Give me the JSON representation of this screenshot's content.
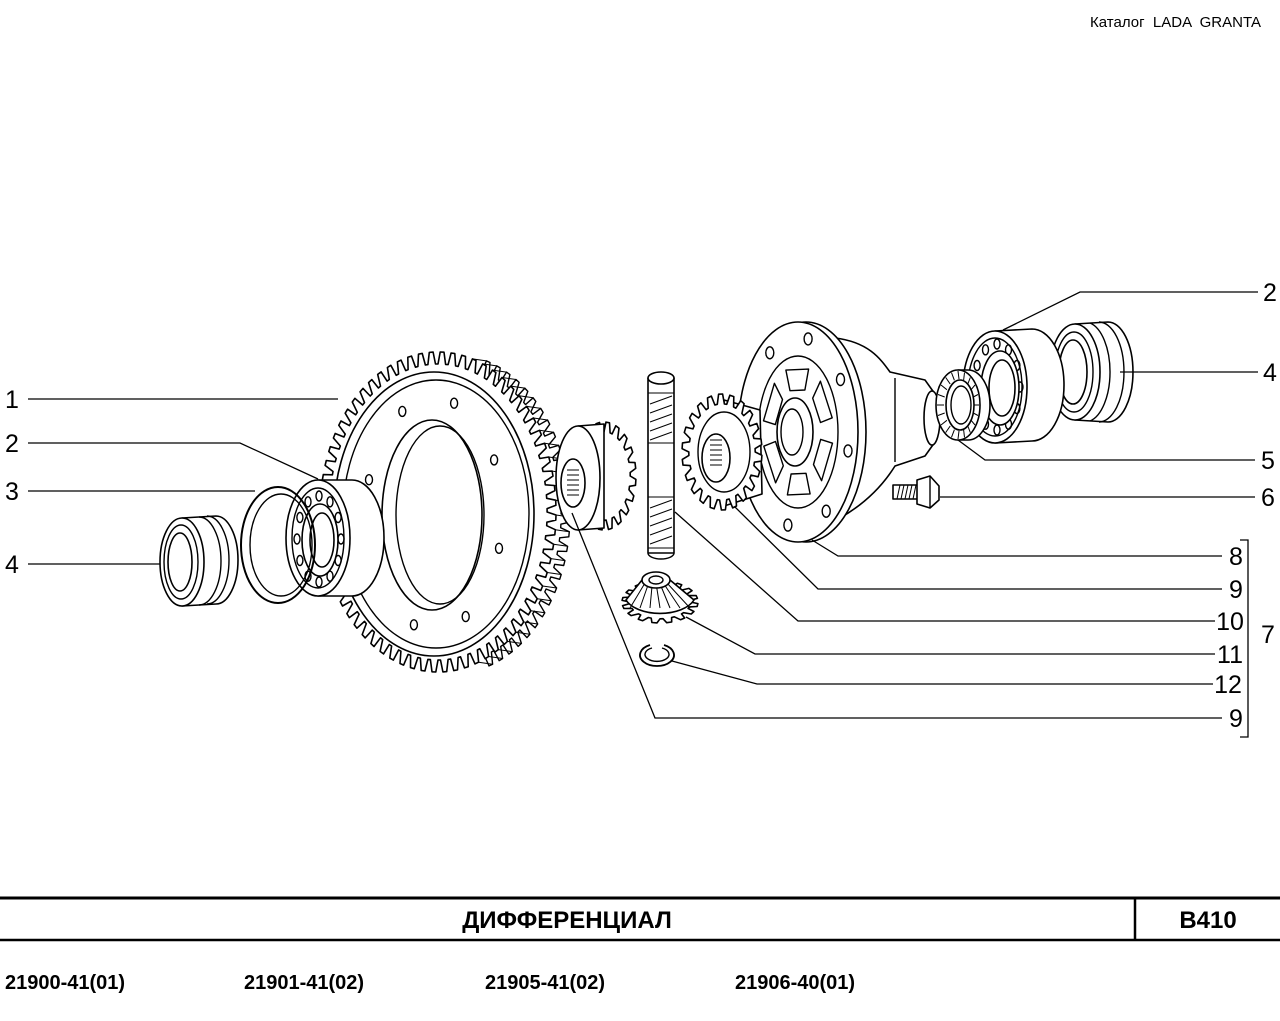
{
  "header": {
    "catalog_label": "Каталог  LADA  GRANTA"
  },
  "callouts": {
    "left": [
      "1",
      "2",
      "3",
      "4"
    ],
    "right": [
      "2",
      "4",
      "5",
      "6",
      "8",
      "9",
      "10",
      "11",
      "12",
      "9"
    ],
    "group": "7"
  },
  "footer": {
    "title": "ДИФФЕРЕНЦИАЛ",
    "section_code": "B410",
    "model_codes": [
      "21900-41(01)",
      "21901-41(02)",
      "21905-41(02)",
      "21906-40(01)"
    ]
  }
}
